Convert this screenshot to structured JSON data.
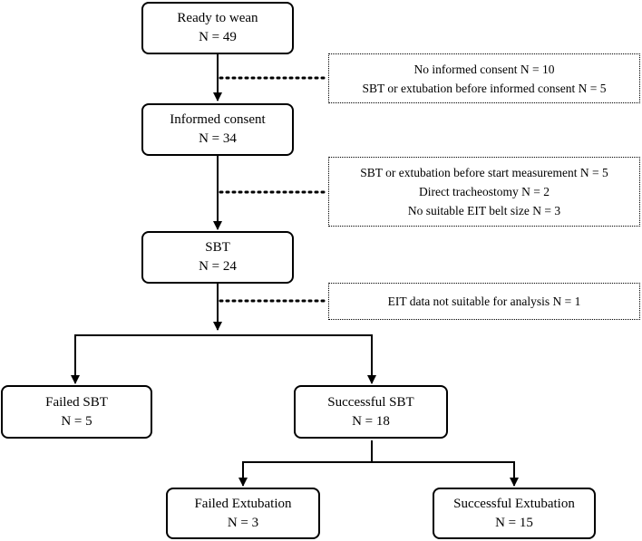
{
  "boxes": {
    "ready": {
      "title": "Ready to wean",
      "count": "N = 49"
    },
    "consent": {
      "title": "Informed consent",
      "count": "N = 34"
    },
    "sbt": {
      "title": "SBT",
      "count": "N = 24"
    },
    "failed_sbt": {
      "title": "Failed SBT",
      "count": "N = 5"
    },
    "successful_sbt": {
      "title": "Successful SBT",
      "count": "N = 18"
    },
    "failed_extub": {
      "title": "Failed Extubation",
      "count": "N = 3"
    },
    "successful_extub": {
      "title": "Successful Extubation",
      "count": "N = 15"
    }
  },
  "exclusions": {
    "first": [
      "No informed consent N = 10",
      "SBT or extubation before informed consent N = 5"
    ],
    "second": [
      "SBT or extubation before start measurement N = 5",
      "Direct tracheostomy N = 2",
      "No suitable EIT belt size N = 3"
    ],
    "third": [
      "EIT data not suitable for analysis N = 1"
    ]
  }
}
